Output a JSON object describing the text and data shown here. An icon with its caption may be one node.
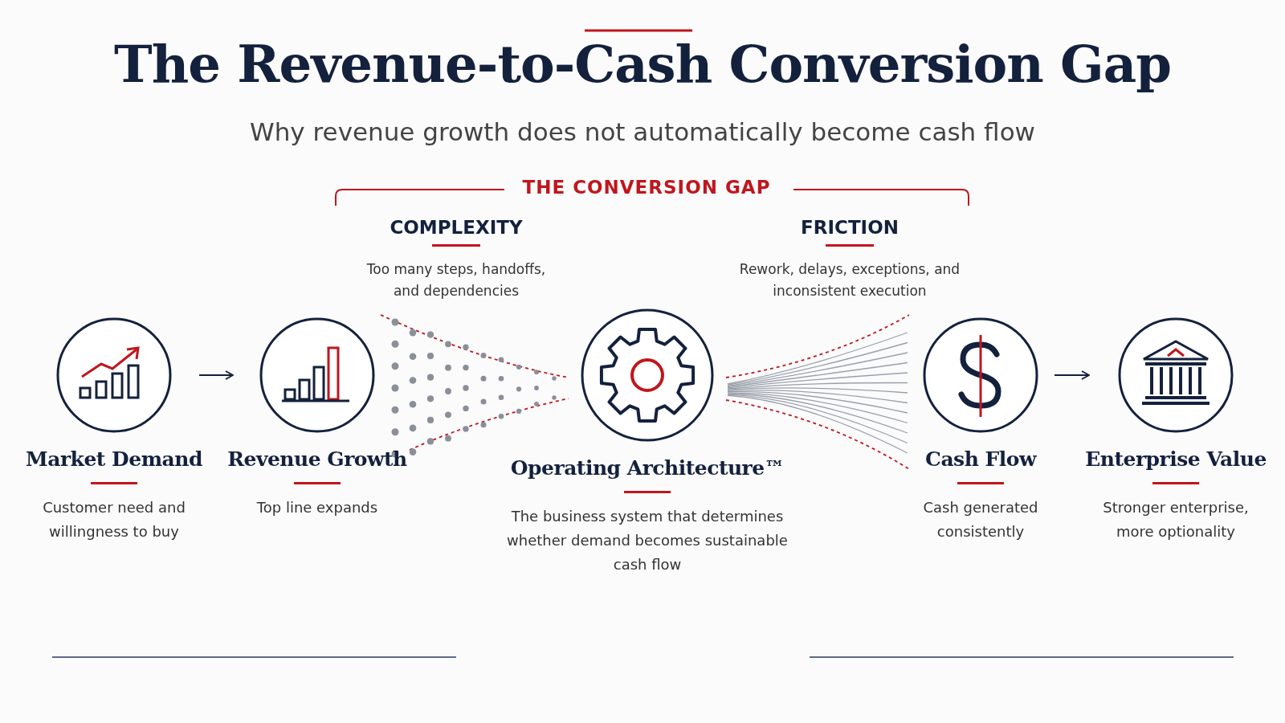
{
  "diagram": {
    "title": "The Revenue-to-Cash Conversion Gap",
    "nodes": [
      {
        "text": [
          "Market Demand",
          "Customer need and willingness to buy"
        ]
      },
      {
        "text": [
          "Revenue Growth",
          "Top line expands"
        ]
      },
      {
        "text": [
          "Operating Architecture™",
          "The business system that determines whether demand becomes sustainable cash flow"
        ]
      },
      {
        "text": [
          "Cash Flow",
          "Cash generated consistently"
        ]
      },
      {
        "text": [
          "Enterprise Value",
          "Stronger enterprise, more optionality"
        ]
      }
    ],
    "edges": [
      {
        "from": 0,
        "to": 1,
        "arrow": "to"
      },
      {
        "from": 3,
        "to": 4,
        "arrow": "to"
      }
    ],
    "labels": [
      "Why revenue growth does not automatically become cash flow",
      "THE CONVERSION GAP",
      "COMPLEXITY",
      "Too many steps, handoffs, and dependencies",
      "FRICTION",
      "Rework, delays, exceptions, and inconsistent execution"
    ]
  }
}
